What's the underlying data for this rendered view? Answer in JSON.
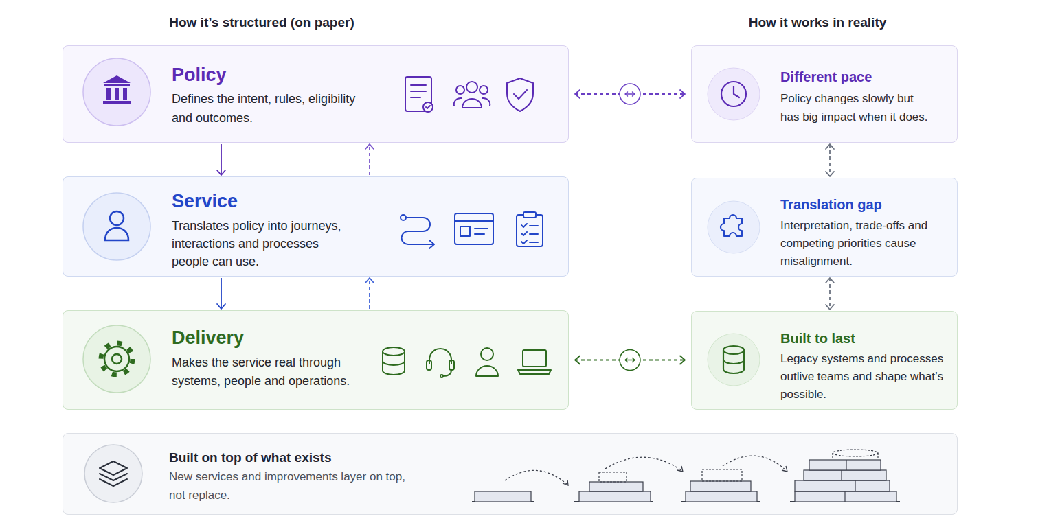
{
  "diagram": {
    "nodes": [
      {
        "text": [
          "Policy",
          "Defines the intent, rules, eligibility and outcomes."
        ]
      },
      {
        "text": [
          "Service",
          "Translates policy into journeys, interactions and processes people can use."
        ]
      },
      {
        "text": [
          "Delivery",
          "Makes the service real through systems, people and operations."
        ]
      },
      {
        "text": [
          "Different pace",
          "Policy changes slowly but has big impact when it does."
        ]
      },
      {
        "text": [
          "Translation gap",
          "Interpretation, trade-offs and competing priorities cause misalignment."
        ]
      },
      {
        "text": [
          "Built to last",
          "Legacy systems and processes outlive teams and shape what’s possible."
        ]
      },
      {
        "text": [
          "Built on top of what exists",
          "New services and improvements layer on top, not replace."
        ]
      }
    ],
    "edges": [
      {
        "from": 0,
        "to": 1,
        "arrow": "to"
      },
      {
        "from": 1,
        "to": 0,
        "arrow": "to"
      },
      {
        "from": 1,
        "to": 2,
        "arrow": "to"
      },
      {
        "from": 2,
        "to": 1,
        "arrow": "to"
      },
      {
        "from": 0,
        "to": 3,
        "arrow": "both"
      },
      {
        "from": 2,
        "to": 5,
        "arrow": "both"
      },
      {
        "from": 3,
        "to": 4,
        "arrow": "both"
      },
      {
        "from": 4,
        "to": 5,
        "arrow": "both"
      }
    ],
    "labels": [
      "How it’s structured (on paper)",
      "How it works in reality"
    ]
  }
}
